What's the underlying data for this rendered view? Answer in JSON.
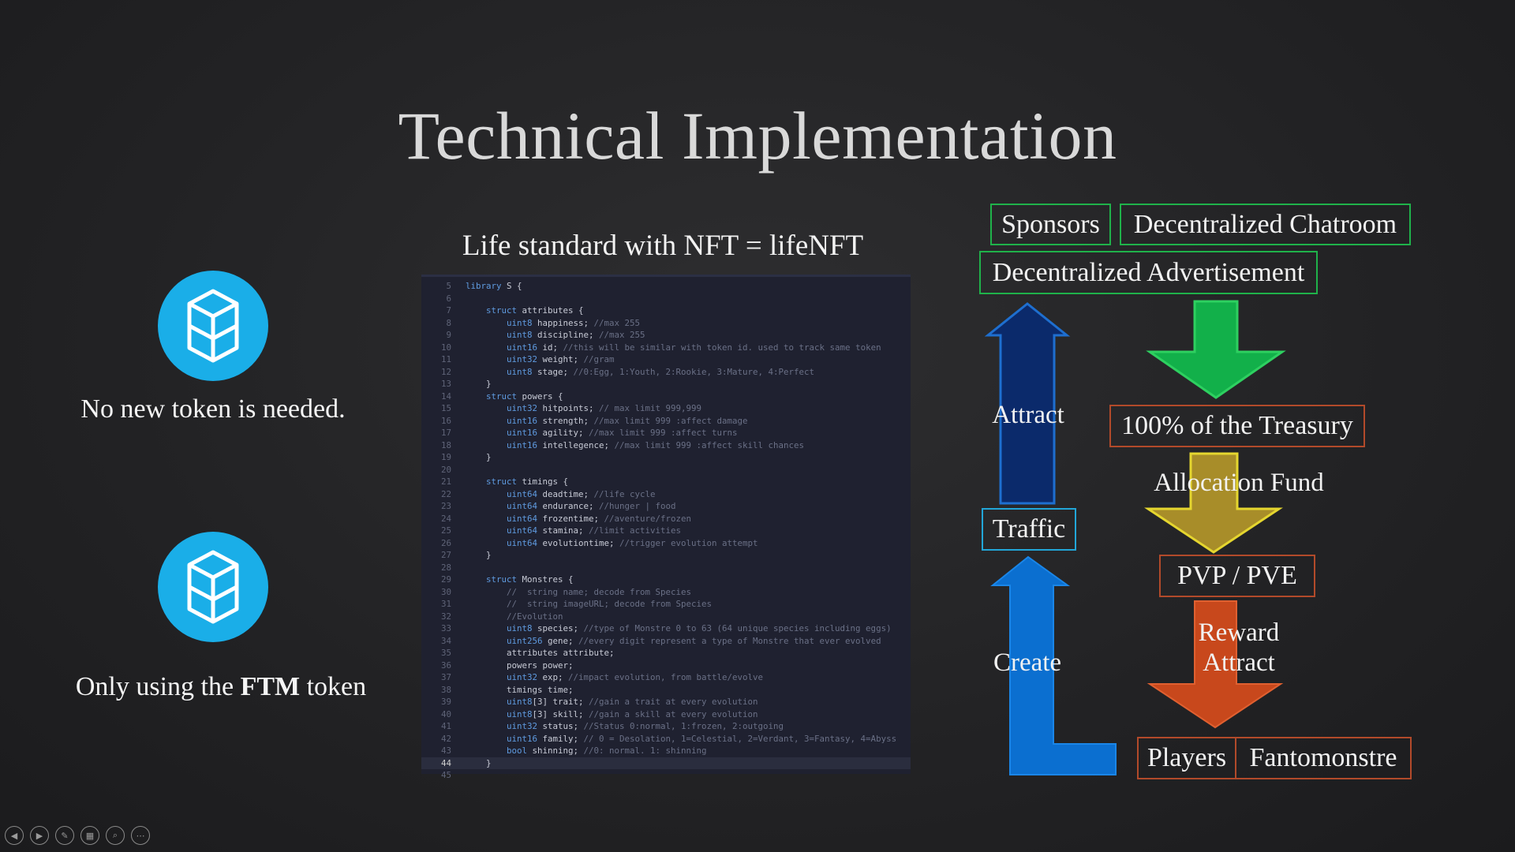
{
  "slide": {
    "title": "Technical Implementation",
    "left": {
      "caption_top": "No new token is needed.",
      "caption_bottom_prefix": "Only using the ",
      "caption_bottom_bold": "FTM",
      "caption_bottom_suffix": " token",
      "logo_icon": "fantom-logo-icon",
      "logo_color": "#1aaee8"
    },
    "code": {
      "heading": "Life standard with NFT = lifeNFT",
      "active_line": "44",
      "lines": [
        {
          "n": "5",
          "t": "library S {"
        },
        {
          "n": "6",
          "t": ""
        },
        {
          "n": "7",
          "t": "    struct attributes {"
        },
        {
          "n": "8",
          "t": "        uint8 happiness; //max 255"
        },
        {
          "n": "9",
          "t": "        uint8 discipline; //max 255"
        },
        {
          "n": "10",
          "t": "        uint16 id; //this will be similar with token id. used to track same token"
        },
        {
          "n": "11",
          "t": "        uint32 weight; //gram"
        },
        {
          "n": "12",
          "t": "        uint8 stage; //0:Egg, 1:Youth, 2:Rookie, 3:Mature, 4:Perfect"
        },
        {
          "n": "13",
          "t": "    }"
        },
        {
          "n": "14",
          "t": "    struct powers {"
        },
        {
          "n": "15",
          "t": "        uint32 hitpoints; // max limit 999,999"
        },
        {
          "n": "16",
          "t": "        uint16 strength; //max limit 999 :affect damage"
        },
        {
          "n": "17",
          "t": "        uint16 agility; //max limit 999 :affect turns"
        },
        {
          "n": "18",
          "t": "        uint16 intellegence; //max limit 999 :affect skill chances"
        },
        {
          "n": "19",
          "t": "    }"
        },
        {
          "n": "20",
          "t": ""
        },
        {
          "n": "21",
          "t": "    struct timings {"
        },
        {
          "n": "22",
          "t": "        uint64 deadtime; //life cycle"
        },
        {
          "n": "23",
          "t": "        uint64 endurance; //hunger | food"
        },
        {
          "n": "24",
          "t": "        uint64 frozentime; //aventure/frozen"
        },
        {
          "n": "25",
          "t": "        uint64 stamina; //limit activities"
        },
        {
          "n": "26",
          "t": "        uint64 evolutiontime; //trigger evolution attempt"
        },
        {
          "n": "27",
          "t": "    }"
        },
        {
          "n": "28",
          "t": ""
        },
        {
          "n": "29",
          "t": "    struct Monstres {"
        },
        {
          "n": "30",
          "t": "        //  string name; decode from Species"
        },
        {
          "n": "31",
          "t": "        //  string imageURL; decode from Species"
        },
        {
          "n": "32",
          "t": "        //Evolution"
        },
        {
          "n": "33",
          "t": "        uint8 species; //type of Monstre 0 to 63 (64 unique species including eggs)"
        },
        {
          "n": "34",
          "t": "        uint256 gene; //every digit represent a type of Monstre that ever evolved"
        },
        {
          "n": "35",
          "t": "        attributes attribute;"
        },
        {
          "n": "36",
          "t": "        powers power;"
        },
        {
          "n": "37",
          "t": "        uint32 exp; //impact evolution, from battle/evolve"
        },
        {
          "n": "38",
          "t": "        timings time;"
        },
        {
          "n": "39",
          "t": "        uint8[3] trait; //gain a trait at every evolution"
        },
        {
          "n": "40",
          "t": "        uint8[3] skill; //gain a skill at every evolution"
        },
        {
          "n": "41",
          "t": "        uint32 status; //Status 0:normal, 1:frozen, 2:outgoing"
        },
        {
          "n": "42",
          "t": "        uint16 family; // 0 = Desolation, 1=Celestial, 2=Verdant, 3=Fantasy, 4=Abyss"
        },
        {
          "n": "43",
          "t": "        bool shinning; //0: normal. 1: shinning"
        },
        {
          "n": "44",
          "t": "    }"
        },
        {
          "n": "45",
          "t": ""
        }
      ]
    },
    "flow": {
      "sponsors": "Sponsors",
      "chatroom": "Decentralized Chatroom",
      "advertisement": "Decentralized Advertisement",
      "attract_left": "Attract",
      "treasury": "100% of the Treasury",
      "allocation": "Allocation Fund",
      "traffic": "Traffic",
      "pvp": "PVP / PVE",
      "create": "Create",
      "reward": "Reward",
      "attract_right": "Attract",
      "players": "Players",
      "fantomonstre": "Fantomonstre",
      "colors": {
        "green_box": "#1fb24a",
        "orange_box": "#b24a2a",
        "blue_box": "#22a6d8",
        "arrow_navy": "#0b2a6b",
        "arrow_green": "#12b04a",
        "arrow_yellow": "#c8a22e",
        "arrow_red": "#c8481c",
        "arrow_blue": "#0b6fd0"
      }
    },
    "toolbar": [
      {
        "icon": "previous-icon",
        "glyph": "◀"
      },
      {
        "icon": "next-icon",
        "glyph": "▶"
      },
      {
        "icon": "pen-icon",
        "glyph": "✎"
      },
      {
        "icon": "slides-grid-icon",
        "glyph": "▦"
      },
      {
        "icon": "zoom-icon",
        "glyph": "⌕"
      },
      {
        "icon": "more-options-icon",
        "glyph": "⋯"
      }
    ]
  }
}
